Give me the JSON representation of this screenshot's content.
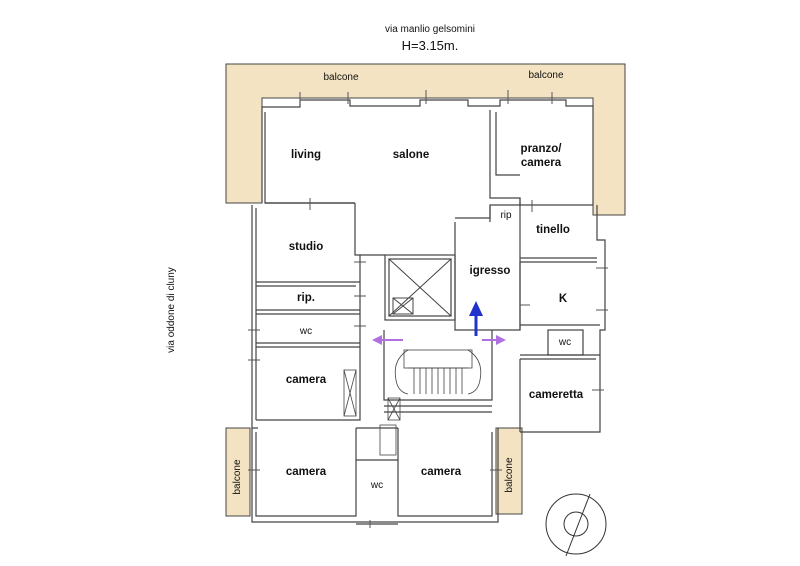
{
  "header": {
    "street_top": "via manlio gelsomini",
    "height": "H=3.15m."
  },
  "street_left": "via oddone di cluny",
  "rooms": {
    "living": "living",
    "salone": "salone",
    "pranzo": "pranzo/",
    "pranzo_2": "camera",
    "rip_small": "rip",
    "tinello": "tinello",
    "studio": "studio",
    "igresso": "igresso",
    "k": "K",
    "rip": "rip.",
    "wc_left": "wc",
    "wc_right": "wc",
    "camera_left": "camera",
    "cameretta": "cameretta",
    "camera_bottom_left": "camera",
    "wc_bottom": "wc",
    "camera_bottom_right": "camera"
  },
  "balconies": {
    "top_left": "balcone",
    "top_right": "balcone",
    "left": "balcone",
    "right": "balcone"
  },
  "colors": {
    "balcony_fill": "#f3e3c2",
    "wall": "#444444",
    "arrow_blue": "#2233cc",
    "arrow_purple": "#b070e0"
  }
}
